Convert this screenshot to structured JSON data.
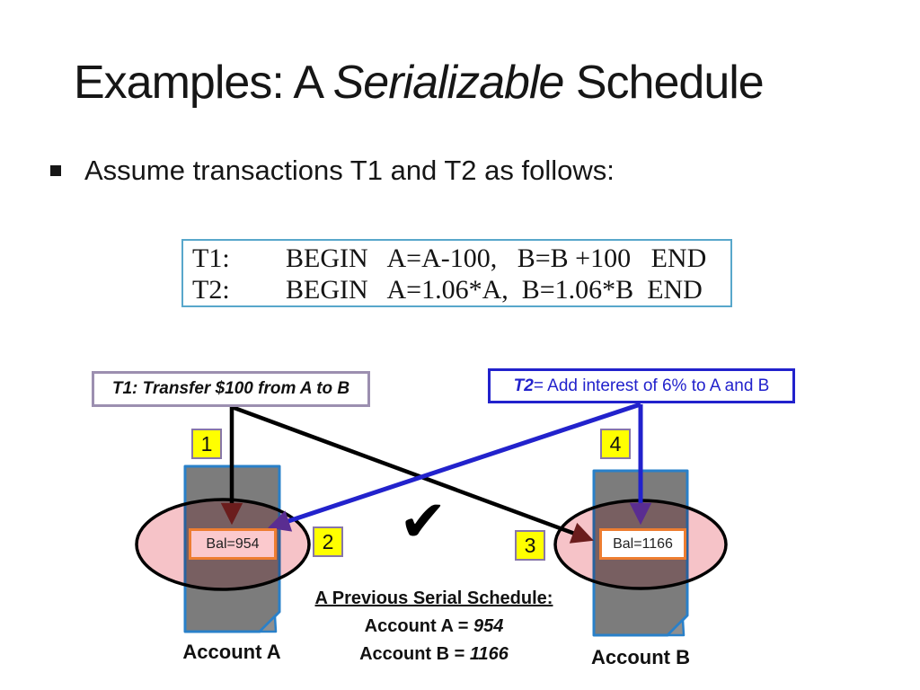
{
  "title": {
    "prefix": "Examples: A ",
    "italic": "Serializable",
    "suffix": " Schedule"
  },
  "bullet_text": "Assume transactions T1 and T2 as follows:",
  "transactions": {
    "rows": [
      {
        "label": "T1:",
        "body": "BEGIN   A=A-100,   B=B +100   END"
      },
      {
        "label": "T2:",
        "body": "BEGIN   A=1.06*A,  B=1.06*B  END"
      }
    ]
  },
  "t1_note": {
    "text": "T1: Transfer $100 from A to B"
  },
  "t2_note": {
    "bold": "T2",
    "rest": " = Add interest of 6% to A and B"
  },
  "steps": [
    "1",
    "2",
    "3",
    "4"
  ],
  "accounts": [
    {
      "name": "Account A",
      "balance": "Bal=954"
    },
    {
      "name": "Account B",
      "balance": "Bal=1166"
    }
  ],
  "checkmark": "✔",
  "serial_result": {
    "heading": "A Previous Serial Schedule:",
    "line_a_label": "Account A = ",
    "line_a_value": "954",
    "line_b_label": "Account B = ",
    "line_b_value": "1166"
  },
  "colors": {
    "ink": "#1a1a1a",
    "code-border": "#58a7cb",
    "t1-border": "#9c8fb0",
    "t2-blue": "#2222cc",
    "step-yellow": "#ffff00",
    "step-border": "#8776a8",
    "doc-gray": "#7c7c7c",
    "doc-border": "#2980c9",
    "ellipse-pink": "#f6c3c8",
    "bal-border": "#ed7d31",
    "bal-a-fill": "#fbc9cd",
    "arrow-black": "#000000",
    "head-maroon": "#6b1d1d",
    "head-purple": "#5a2d91"
  }
}
